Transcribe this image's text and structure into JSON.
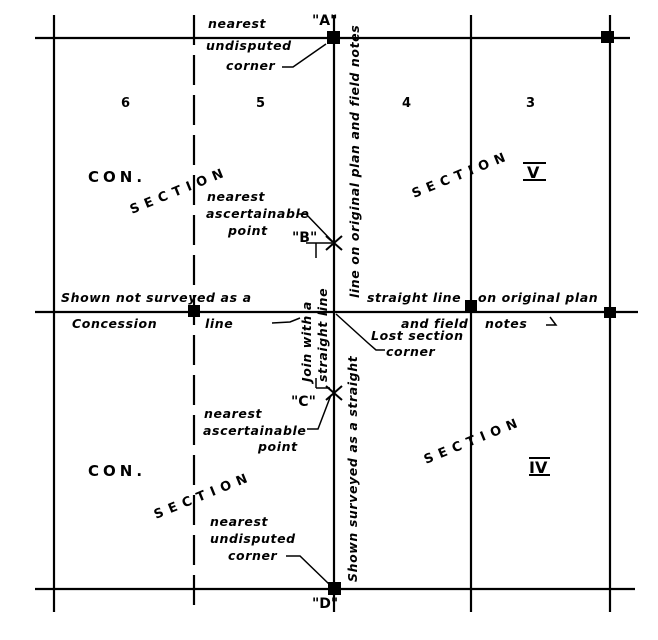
{
  "diagram": {
    "colors": {
      "line": "#000000",
      "background": "#ffffff"
    },
    "corners": {
      "A": {
        "label": "\"A\"",
        "note_line1": "nearest",
        "note_line2": "undisputed",
        "note_line3": "corner"
      },
      "B": {
        "label": "\"B\"",
        "note_line1": "nearest",
        "note_line2": "ascertainable",
        "note_line3": "point"
      },
      "C": {
        "label": "\"C\"",
        "note_line1": "nearest",
        "note_line2": "ascertainable",
        "note_line3": "point"
      },
      "D": {
        "label": "\"D\"",
        "note_line1": "nearest",
        "note_line2": "undisputed",
        "note_line3": "corner"
      }
    },
    "lots": [
      "6",
      "5",
      "4",
      "3"
    ],
    "concession_labels": {
      "top": "CON.",
      "bottom": "CON."
    },
    "section_labels": {
      "top_left": "SECTION",
      "top_right": "SECTION",
      "bottom_left": "SECTION",
      "bottom_right": "SECTION"
    },
    "section_numbers": {
      "top_right": "V",
      "bottom_right": "IV"
    },
    "concession_line_text": {
      "above_left": "Shown not surveyed as a",
      "above_right_1": "straight line",
      "above_right_2": "on original plan",
      "below_left_1": "Concession",
      "below_left_2": "line",
      "below_right_1": "and field",
      "below_right_2": "notes"
    },
    "lost_corner": {
      "line1": "Lost section",
      "line2": "corner"
    },
    "vertical_texts": {
      "upper_right": "line on original plan and field notes",
      "join_1": "Join with a",
      "join_2": "straight line",
      "lower_right": "Shown surveyed as a straight"
    }
  }
}
